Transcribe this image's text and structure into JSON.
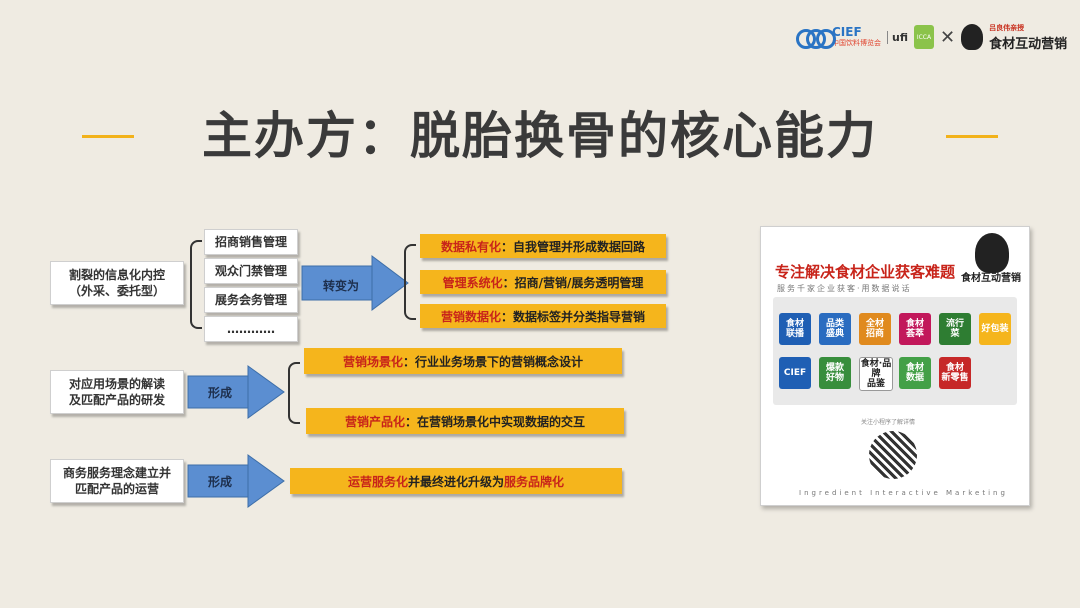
{
  "title": "主办方：脱胎换骨的核心能力",
  "logos": {
    "cief": "CIEF",
    "cief_sub": "中国饮料博览会",
    "ufi": "ufi",
    "small": "ICCA",
    "brand_top": "吕良伟亲授",
    "brand": "食材互动营销"
  },
  "rows": [
    {
      "source": "割裂的信息化内控\n（外采、委托型）",
      "items": [
        "招商销售管理",
        "观众门禁管理",
        "展务会务管理",
        "…………"
      ],
      "verb": "转变为",
      "results": [
        {
          "highlight": "数据私有化",
          "text": "：自我管理并形成数据回路"
        },
        {
          "highlight": "管理系统化",
          "text": "：招商/营销/展务透明管理"
        },
        {
          "highlight": "营销数据化",
          "text": "：数据标签并分类指导营销"
        }
      ]
    },
    {
      "source": "对应用场景的解读\n及匹配产品的研发",
      "verb": "形成",
      "results": [
        {
          "highlight": "营销场景化",
          "text": "：行业业务场景下的营销概念设计"
        },
        {
          "highlight": "营销产品化",
          "text": "：在营销场景化中实现数据的交互"
        }
      ]
    },
    {
      "source": "商务服务理念建立并\n匹配产品的运营",
      "verb": "形成",
      "results": [
        {
          "highlight": "运营服务化",
          "text": " 并最终进化升级为 ",
          "highlight2": "服务品牌化"
        }
      ]
    }
  ],
  "panel": {
    "headline": "专注解决食材企业获客难题",
    "subline": "服务千家企业获客·用数据说话",
    "tiles": [
      {
        "label": "食材\n联播",
        "color": "#1f5fb4"
      },
      {
        "label": "品类\n盛典",
        "color": "#2a6cc0"
      },
      {
        "label": "全材\n招商",
        "color": "#e08a1e"
      },
      {
        "label": "食材\n荟萃",
        "color": "#c2185b"
      },
      {
        "label": "流行\n菜",
        "color": "#2e7d32"
      },
      {
        "label": "好包装",
        "color": "#f5b51c"
      },
      {
        "label": "CIEF",
        "color": "#1f5fb4"
      },
      {
        "label": "爆款\n好物",
        "color": "#388e3c"
      },
      {
        "label": "食材·品牌\n品鉴",
        "color": "#ffffff"
      },
      {
        "label": "食材\n数据",
        "color": "#43a047"
      },
      {
        "label": "食材\n新零售",
        "color": "#c62828"
      }
    ],
    "qr_caption": "关注小程序了解详情",
    "footer": "Ingredient Interactive Marketing"
  }
}
